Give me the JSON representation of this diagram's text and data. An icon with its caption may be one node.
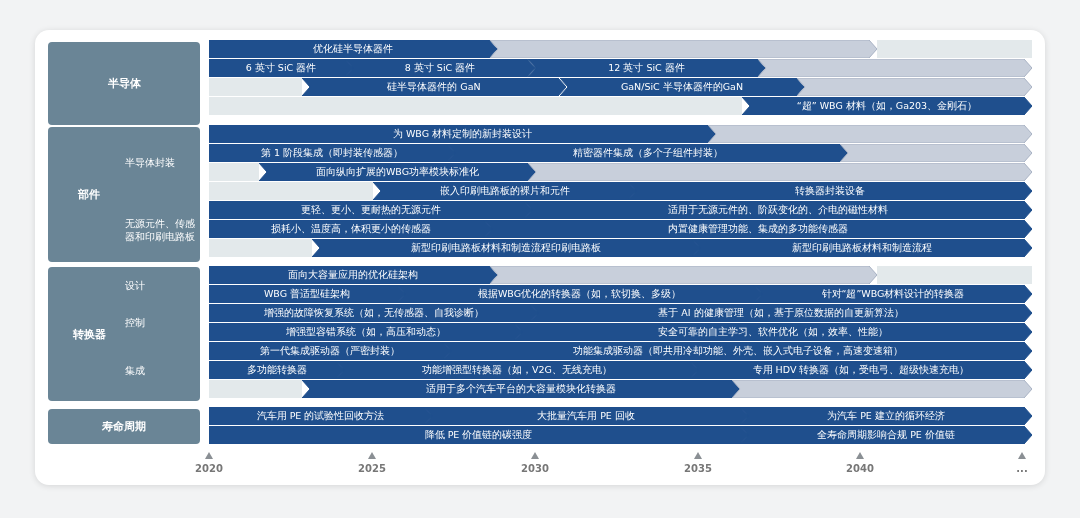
{
  "diagram": {
    "nodes": [
      {
        "text": [
          "半导体"
        ]
      },
      {
        "text": [
          "优化硅半导体器件"
        ]
      },
      {
        "text": [],
        "shape": "chevron"
      },
      {
        "text": [
          "6 英寸 SiC 器件"
        ]
      },
      {
        "text": [
          "8 英寸 SiC 器件"
        ]
      },
      {
        "text": [
          "12 英寸 SiC 器件"
        ]
      },
      {
        "text": [],
        "shape": "chevron"
      },
      {
        "text": [
          "硅半导体器件的 GaN"
        ]
      },
      {
        "text": [
          "GaN/SiC 半导体器件的GaN"
        ]
      },
      {
        "text": [],
        "shape": "chevron"
      },
      {
        "text": [
          "“超” WBG 材料（如，Ga203、金刚石）"
        ]
      },
      {
        "text": [
          "部件"
        ]
      },
      {
        "text": [
          "为 WBG 材料定制的新封装设计"
        ]
      },
      {
        "text": [],
        "shape": "chevron"
      },
      {
        "text": [
          "第 1 阶段集成（即封装传感器）"
        ]
      },
      {
        "text": [
          "精密器件集成（多个子组件封装）"
        ]
      },
      {
        "text": [],
        "shape": "chevron"
      },
      {
        "text": [
          "面向纵向扩展的WBG功率模块标准化"
        ]
      },
      {
        "text": [],
        "shape": "chevron"
      },
      {
        "text": [
          "嵌入印刷电路板的裸片和元件"
        ]
      },
      {
        "text": [
          "转换器封装设备"
        ]
      },
      {
        "text": [
          "更轻、更小、更耐热的无源元件"
        ]
      },
      {
        "text": [
          "适用于无源元件的、阶跃变化的、介电的磁性材料"
        ]
      },
      {
        "text": [
          "损耗小、温度高，体积更小的传感器"
        ]
      },
      {
        "text": [
          "内置健康管理功能、集成的多功能传感器"
        ]
      },
      {
        "text": [
          "新型印刷电路板材料和制造流程印刷电路板"
        ]
      },
      {
        "text": [
          "新型印刷电路板材料和制造流程"
        ]
      },
      {
        "text": [
          "转换器"
        ]
      },
      {
        "text": [
          "面向大容量应用的优化硅架构"
        ]
      },
      {
        "text": [],
        "shape": "chevron"
      },
      {
        "text": [
          "WBG 普适型硅架构"
        ]
      },
      {
        "text": [
          "根据WBG优化的转换器（如，软切换、多级）"
        ]
      },
      {
        "text": [
          "针对“超”WBG材料设计的转换器"
        ]
      },
      {
        "text": [
          "增强的故障恢复系统（如，无传感器、自我诊断）"
        ]
      },
      {
        "text": [
          "基于 AI 的健康管理（如，基于原位数据的自更新算法）"
        ]
      },
      {
        "text": [
          "增强型容错系统（如，高压和动态）"
        ]
      },
      {
        "text": [
          "安全可靠的自主学习、软件优化（如，效率、性能）"
        ]
      },
      {
        "text": [
          "第一代集成驱动器（严密封装）"
        ]
      },
      {
        "text": [
          "功能集成驱动器（即共用冷却功能、外壳、嵌入式电子设备，高速变速箱）"
        ]
      },
      {
        "text": [
          "多功能转换器"
        ]
      },
      {
        "text": [
          "功能增强型转换器（如，V2G、无线充电）"
        ]
      },
      {
        "text": [
          "专用 HDV 转换器（如，受电弓、超级快速充电）"
        ]
      },
      {
        "text": [
          "适用于多个汽车平台的大容量模块化转换器"
        ]
      },
      {
        "text": [],
        "shape": "chevron"
      },
      {
        "text": [
          "寿命周期"
        ]
      },
      {
        "text": [
          "汽车用 PE 的试验性回收方法"
        ]
      },
      {
        "text": [
          "大批量汽车用 PE 回收"
        ]
      },
      {
        "text": [
          "为汽车 PE 建立的循环经济"
        ]
      },
      {
        "text": [
          "降低 PE 价值链的碳强度"
        ]
      },
      {
        "text": [
          "全寿命周期影响合规 PE 价值链"
        ]
      }
    ],
    "labels": [
      "半导体封装",
      "无源元件、传感器和印刷电路板",
      "设计",
      "控制",
      "集成",
      "2020",
      "2025",
      "2030",
      "2035",
      "2040",
      "..."
    ]
  }
}
